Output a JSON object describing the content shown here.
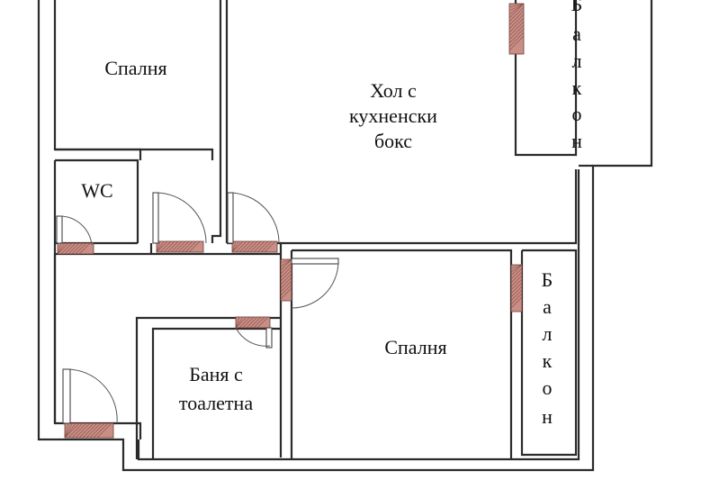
{
  "plan": {
    "rooms": {
      "bedroom_top": {
        "label": "Спалня"
      },
      "living": {
        "lines": [
          "Хол с",
          "кухненски",
          "бокс"
        ]
      },
      "wc": {
        "label": "WC"
      },
      "bedroom_bottom": {
        "label": "Спалня"
      },
      "bath": {
        "lines": [
          "Баня с",
          "тоалетна"
        ]
      },
      "balcony_top": {
        "letters": [
          "Б",
          "а",
          "л",
          "к",
          "о",
          "н"
        ]
      },
      "balcony_right": {
        "letters": [
          "Б",
          "а",
          "л",
          "к",
          "о",
          "н"
        ]
      }
    },
    "colors": {
      "wall": "#2b2b2b",
      "opening": "#c98f86",
      "background": "#ffffff"
    }
  }
}
